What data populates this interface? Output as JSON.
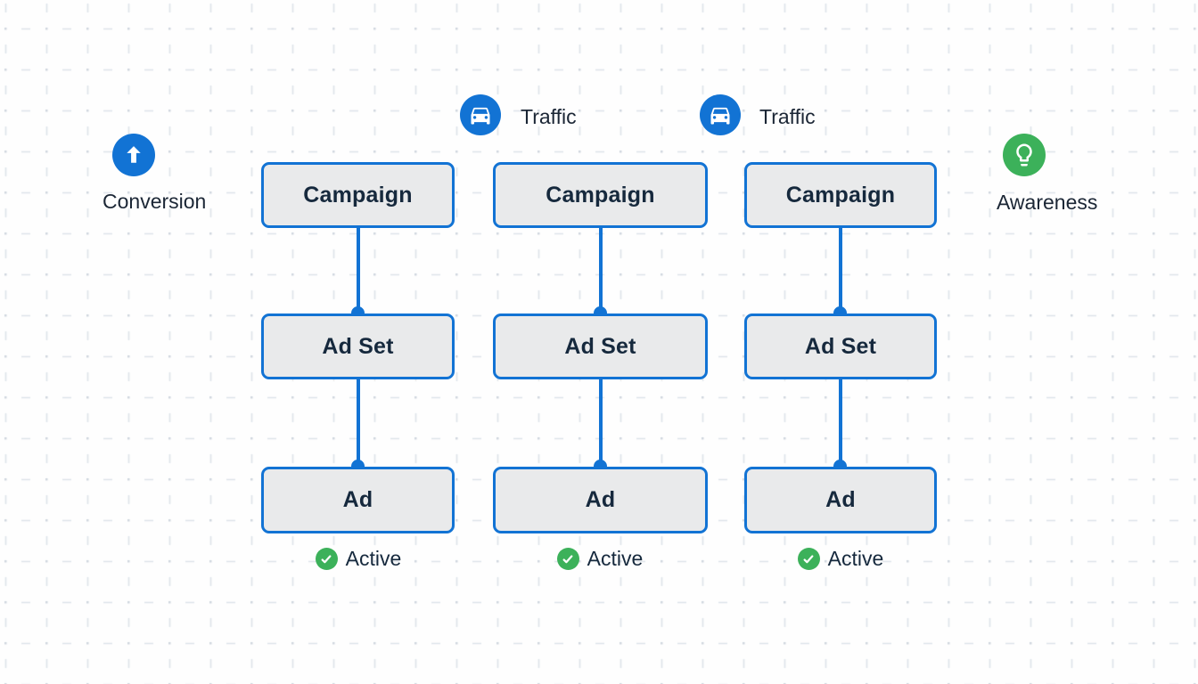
{
  "objectives": {
    "conversion": {
      "label": "Conversion",
      "icon": "arrow-up"
    },
    "traffic_left": {
      "label": "Traffic",
      "icon": "car"
    },
    "traffic_right": {
      "label": "Traffic",
      "icon": "car"
    },
    "awareness": {
      "label": "Awareness",
      "icon": "lightbulb"
    }
  },
  "columns": [
    {
      "campaign_label": "Campaign",
      "ad_set_label": "Ad Set",
      "ad_label": "Ad",
      "status_label": "Active"
    },
    {
      "campaign_label": "Campaign",
      "ad_set_label": "Ad Set",
      "ad_label": "Ad",
      "status_label": "Active"
    },
    {
      "campaign_label": "Campaign",
      "ad_set_label": "Ad Set",
      "ad_label": "Ad",
      "status_label": "Active"
    }
  ],
  "colors": {
    "accent_blue": "#1273d4",
    "status_green": "#3cb15a",
    "node_fill": "#e9eaeb",
    "node_border": "#1273d4",
    "text_dark": "#16293d",
    "grid_line": "#dde3e9"
  }
}
